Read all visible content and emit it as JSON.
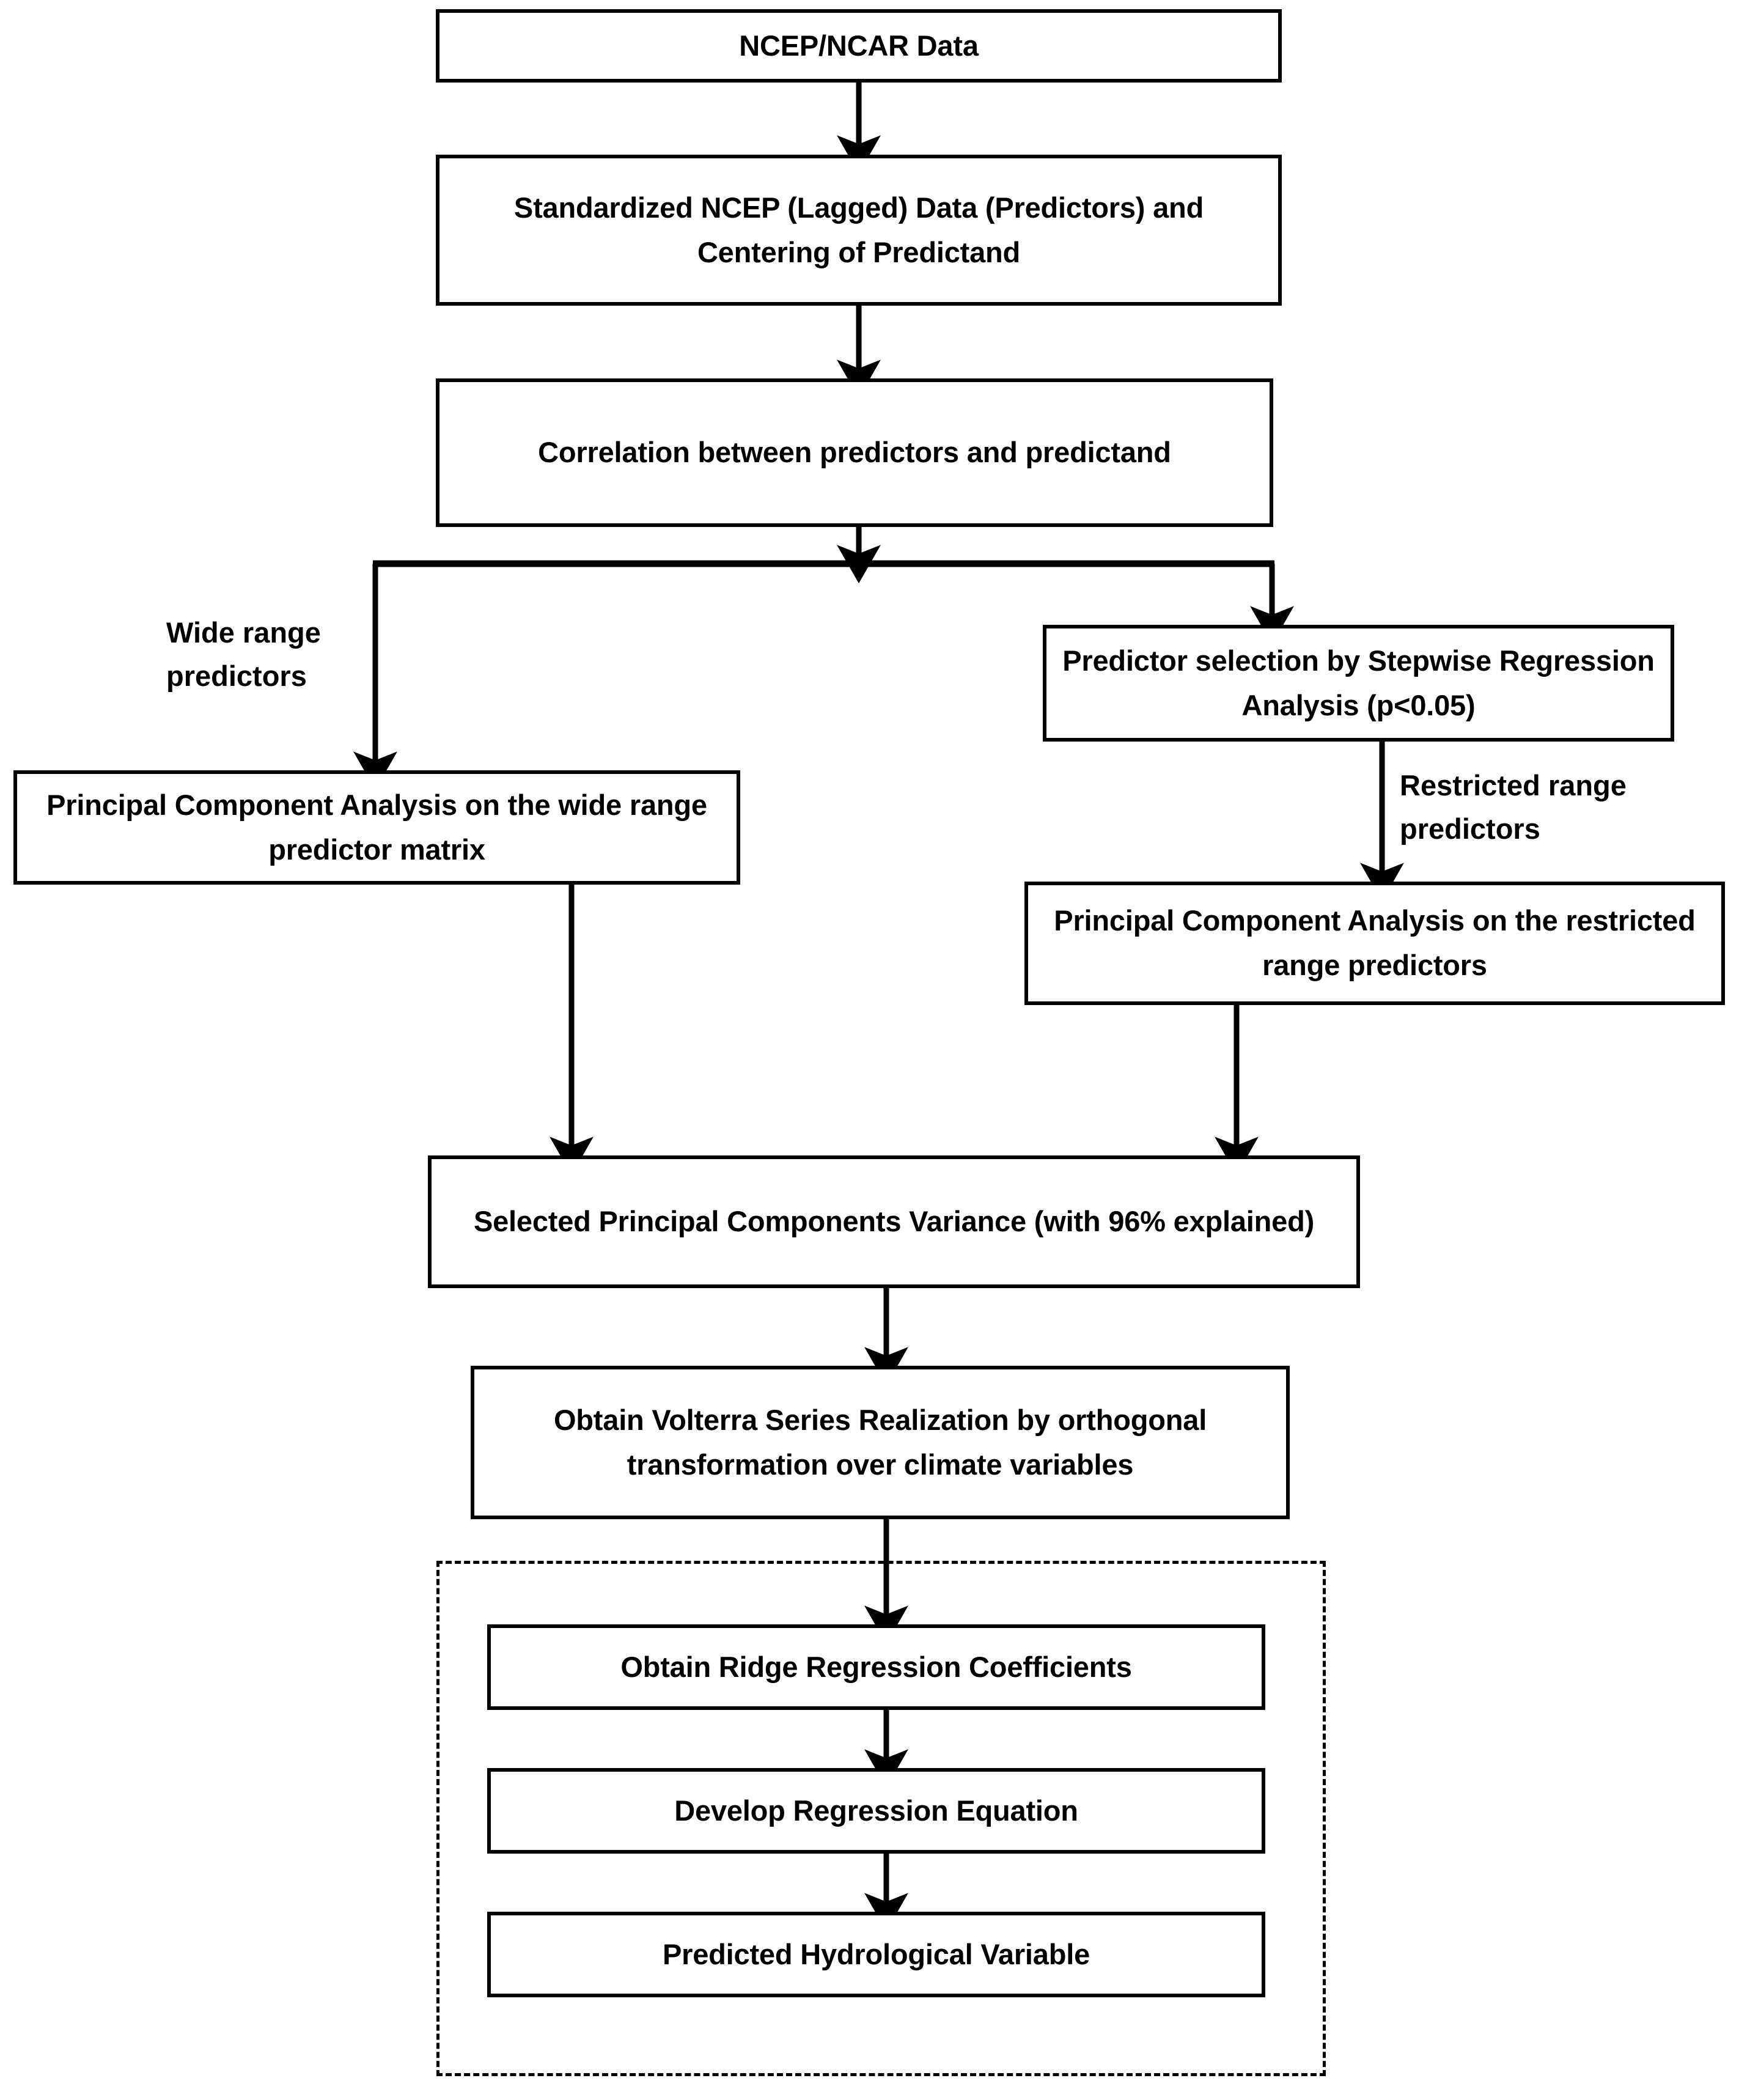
{
  "diagram": {
    "title": "Methodology flowchart for statistical downscaling of hydrological variables",
    "type": "flowchart",
    "background_color": "#ffffff",
    "line_color": "#000000",
    "text_color": "#000000",
    "nodes": [
      {
        "id": "n1",
        "label": "NCEP/NCAR Data"
      },
      {
        "id": "n2",
        "label": "Standardized NCEP (Lagged) Data (Predictors) and Centering of Predictand"
      },
      {
        "id": "n3",
        "label": "Correlation between predictors and predictand"
      },
      {
        "id": "n4",
        "label": "Predictor selection by Stepwise Regression Analysis (p<0.05)"
      },
      {
        "id": "n5",
        "label": "Principal Component Analysis on the wide range predictor matrix"
      },
      {
        "id": "n6",
        "label": "Principal Component Analysis on the restricted range predictors"
      },
      {
        "id": "n7",
        "label": "Selected Principal Components Variance (with 96% explained)"
      },
      {
        "id": "n8",
        "label": "Obtain Volterra Series Realization by orthogonal transformation over climate variables"
      },
      {
        "id": "n9",
        "label": "Obtain Ridge Regression Coefficients"
      },
      {
        "id": "n10",
        "label": "Develop Regression Equation"
      },
      {
        "id": "n11",
        "label": "Predicted Hydrological Variable"
      }
    ],
    "edge_labels": [
      {
        "id": "e1",
        "label": "Wide range\npredictors"
      },
      {
        "id": "e2",
        "label": "Restricted range\npredictors"
      }
    ]
  }
}
